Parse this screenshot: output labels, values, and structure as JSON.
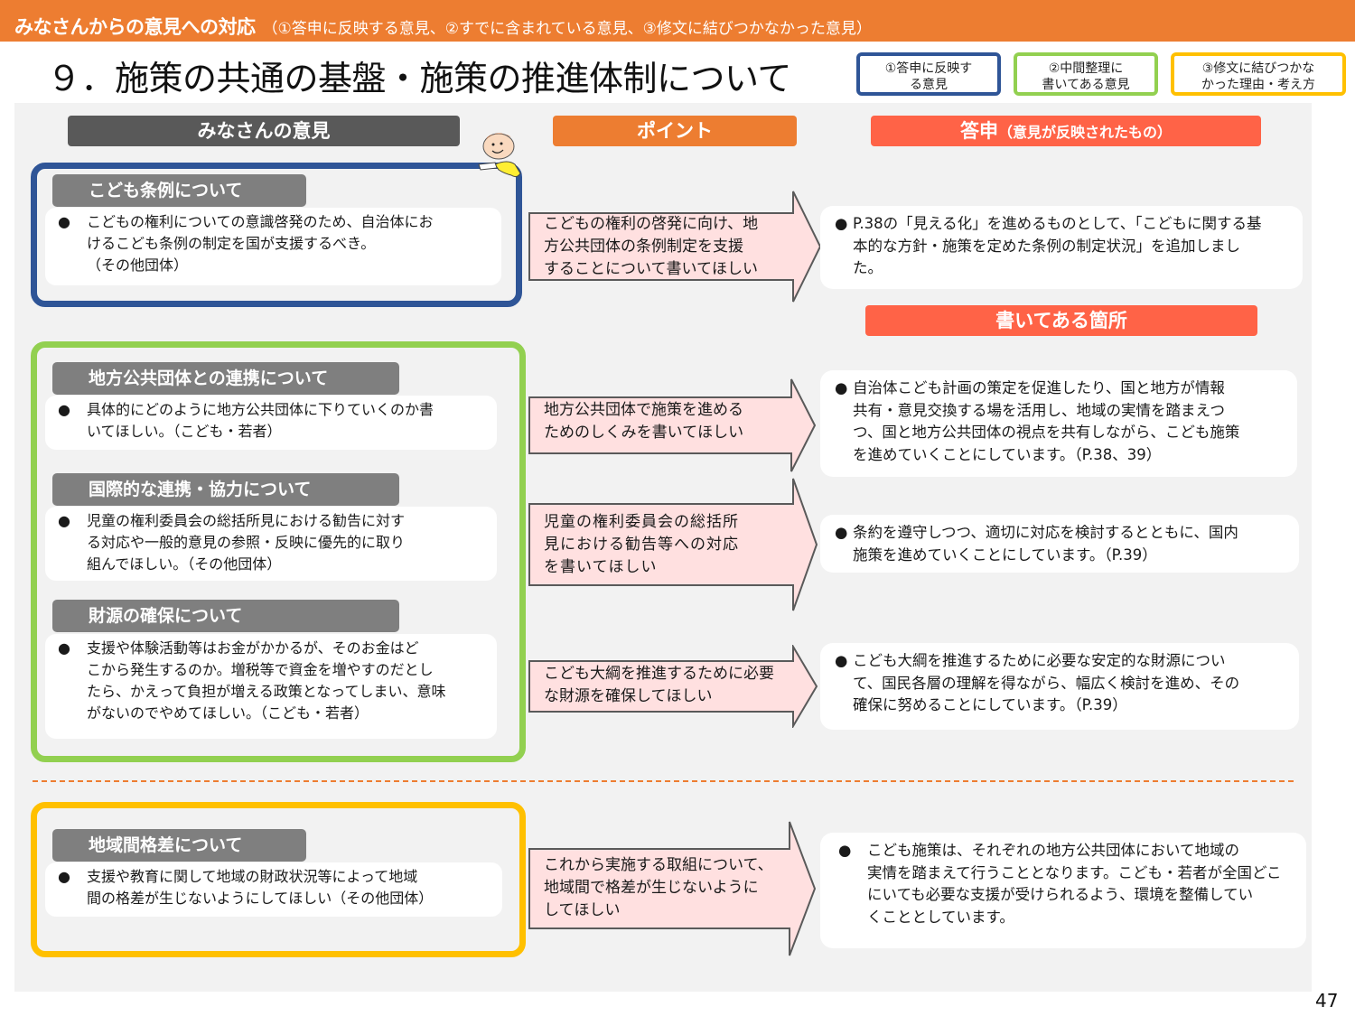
{
  "header": {
    "main_title": "みなさんからの意見への対応",
    "subtitle": "（①答申に反映する意見、②すでに含まれている意見、③修文に結びつかなかった意見）",
    "bar_color": "#ed7d31"
  },
  "page_title": "９．施策の共通の基盤・施策の推進体制について",
  "legend": [
    {
      "label_line1": "①答申に反映す",
      "label_line2": "る意見",
      "color": "#2f5597"
    },
    {
      "label_line1": "②中間整理に",
      "label_line2": "書いてある意見",
      "color": "#92d050"
    },
    {
      "label_line1": "③修文に結びつかな",
      "label_line2": "かった理由・考え方",
      "color": "#ffc000"
    }
  ],
  "column_headers": {
    "opinions": "みなさんの意見",
    "point": "ポイント",
    "answer": "答申",
    "answer_note": "（意見が反映されたもの）",
    "written": "書いてある箇所"
  },
  "mascot_icon": "child-mascot-icon",
  "sections": [
    {
      "group": "blue",
      "topic": "こども条例について",
      "opinion_lines": [
        "こどもの権利についての意識啓発のため、自治体にお",
        "けるこども条例の制定を国が支援するべき。",
        "（その他団体）"
      ],
      "point_lines": [
        "こどもの権利の啓発に向け、地",
        "方公共団体の条例制定を支援",
        "することについて書いてほしい"
      ],
      "answer_lines": [
        "P.38の「見える化」を進めるものとして、「こどもに関する基",
        "本的な方針・施策を定めた条例の制定状況」を追加しまし",
        "た。"
      ]
    },
    {
      "group": "green",
      "topic": "地方公共団体との連携について",
      "opinion_lines": [
        "具体的にどのように地方公共団体に下りていくのか書",
        "いてほしい。（こども・若者）"
      ],
      "point_lines": [
        "地方公共団体で施策を進める",
        "ためのしくみを書いてほしい"
      ],
      "answer_lines": [
        "自治体こども計画の策定を促進したり、国と地方が情報",
        "共有・意見交換する場を活用し、地域の実情を踏まえつ",
        "つ、国と地方公共団体の視点を共有しながら、こども施策",
        "を進めていくことにしています。（P.38、39）"
      ]
    },
    {
      "group": "green",
      "topic": "国際的な連携・協力について",
      "opinion_lines": [
        "児童の権利委員会の総括所見における勧告に対す",
        "る対応や一般的意見の参照・反映に優先的に取り",
        "組んでほしい。（その他団体）"
      ],
      "point_lines": [
        "児童の権利委員会の総括所",
        "見における勧告等への対応",
        "を書いてほしい"
      ],
      "answer_lines": [
        "条約を遵守しつつ、適切に対応を検討するとともに、国内",
        "施策を進めていくことにしています。（P.39）"
      ]
    },
    {
      "group": "green",
      "topic": "財源の確保について",
      "opinion_lines": [
        "支援や体験活動等はお金がかかるが、そのお金はど",
        "こから発生するのか。増税等で資金を増やすのだとし",
        "たら、かえって負担が増える政策となってしまい、意味",
        "がないのでやめてほしい。（こども・若者）"
      ],
      "point_lines": [
        "こども大綱を推進するために必要",
        "な財源を確保してほしい"
      ],
      "answer_lines": [
        "こども大綱を推進するために必要な安定的な財源につい",
        "て、国民各層の理解を得ながら、幅広く検討を進め、その",
        "確保に努めることにしています。（P.39）"
      ]
    },
    {
      "group": "yellow",
      "topic": "地域間格差について",
      "opinion_lines": [
        "支援や教育に関して地域の財政状況等によって地域",
        "間の格差が生じないようにしてほしい（その他団体）"
      ],
      "point_lines": [
        "これから実施する取組について、",
        "地域間で格差が生じないように",
        "してほしい"
      ],
      "answer_lines": [
        "こども施策は、それぞれの地方公共団体において地域の",
        "実情を踏まえて行うこととなります。こども・若者が全国どこ",
        "にいても必要な支援が受けられるよう、環境を整備してい",
        "くこととしています。"
      ]
    }
  ],
  "bullet": "●",
  "page_number": "47"
}
